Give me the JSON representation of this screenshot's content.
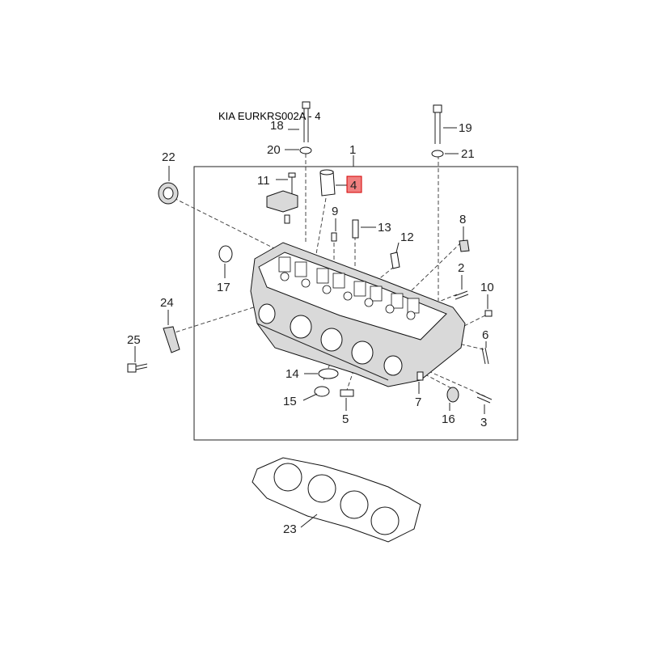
{
  "diagram": {
    "code_label": "KIA EURKRS002A - 4",
    "highlight_color": "#f08080",
    "highlight_border": "#d40000",
    "callouts": {
      "c1": "1",
      "c2": "2",
      "c3": "3",
      "c4": "4",
      "c5": "5",
      "c6": "6",
      "c7": "7",
      "c8": "8",
      "c9": "9",
      "c10": "10",
      "c11": "11",
      "c12": "12",
      "c13": "13",
      "c14": "14",
      "c15": "15",
      "c16": "16",
      "c17": "17",
      "c18": "18",
      "c19": "19",
      "c20": "20",
      "c21": "21",
      "c22": "22",
      "c23": "23",
      "c24": "24",
      "c25": "25"
    },
    "highlighted_callout": "4"
  }
}
